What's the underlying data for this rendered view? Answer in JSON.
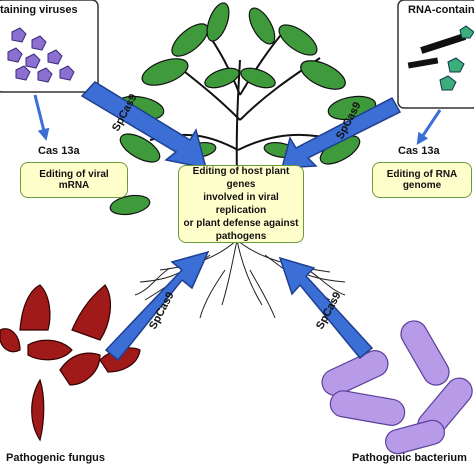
{
  "sources": {
    "dna_virus_label": "taining viruses",
    "rna_virus_label": "RNA-containi",
    "fungus_label": "Pathogenic fungus",
    "bacterium_label": "Pathogenic bacterium"
  },
  "enzymes": {
    "left_cas": "Cas 13a",
    "right_cas": "Cas 13a",
    "spcas9_top_left": "SpCas9",
    "spcas9_top_right": "SpCas9",
    "spcas9_bottom_left": "SpCas9",
    "spcas9_bottom_right": "SpCas9"
  },
  "boxes": {
    "left_line1": "Editing of viral",
    "left_line2": "mRNA",
    "right_line1": "Editing of RNA",
    "right_line2": "genome",
    "center_line1": "Editing of host plant genes",
    "center_line2": "involved in viral replication",
    "center_line3": "or plant defense against",
    "center_line4": "pathogens"
  },
  "colors": {
    "arrow": "#3b6fd6",
    "arrow_stroke": "#1f3f8f",
    "leaf": "#3e9a3a",
    "box_fill": "#ffffcc",
    "box_border": "#6b9a3a",
    "fungus": "#a01a1a",
    "bacterium": "#b79be8",
    "virus": "#8b6fd1"
  }
}
